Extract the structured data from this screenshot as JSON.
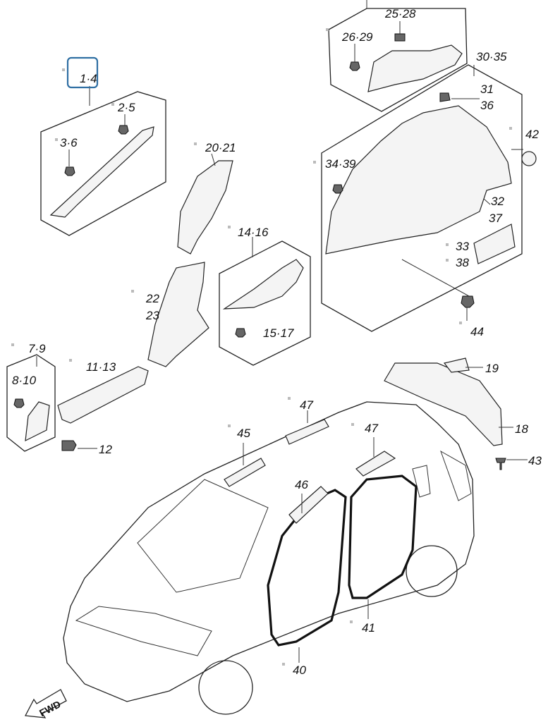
{
  "callouts": [
    {
      "id": "c14",
      "label": "1·4",
      "selected": true
    },
    {
      "id": "c25",
      "label": "2·5"
    },
    {
      "id": "c36",
      "label": "3·6"
    },
    {
      "id": "c79",
      "label": "7·9"
    },
    {
      "id": "c810",
      "label": "8·10"
    },
    {
      "id": "c1113",
      "label": "11·13"
    },
    {
      "id": "c12",
      "label": "12"
    },
    {
      "id": "c1416",
      "label": "14·16"
    },
    {
      "id": "c1517",
      "label": "15·17"
    },
    {
      "id": "c2021",
      "label": "20·21"
    },
    {
      "id": "c22",
      "label": "22"
    },
    {
      "id": "c23",
      "label": "23"
    },
    {
      "id": "c2528",
      "label": "25·28"
    },
    {
      "id": "c2629",
      "label": "26·29"
    },
    {
      "id": "c3035",
      "label": "30·35"
    },
    {
      "id": "c31",
      "label": "31"
    },
    {
      "id": "c36b",
      "label": "36"
    },
    {
      "id": "c32",
      "label": "32"
    },
    {
      "id": "c37",
      "label": "37"
    },
    {
      "id": "c33",
      "label": "33"
    },
    {
      "id": "c38",
      "label": "38"
    },
    {
      "id": "c3439",
      "label": "34·39"
    },
    {
      "id": "c42",
      "label": "42"
    },
    {
      "id": "c44",
      "label": "44"
    },
    {
      "id": "c19",
      "label": "19"
    },
    {
      "id": "c18",
      "label": "18"
    },
    {
      "id": "c43",
      "label": "43"
    },
    {
      "id": "c45",
      "label": "45"
    },
    {
      "id": "c46",
      "label": "46"
    },
    {
      "id": "c47a",
      "label": "47"
    },
    {
      "id": "c47b",
      "label": "47"
    },
    {
      "id": "c40",
      "label": "40"
    },
    {
      "id": "c41",
      "label": "41"
    }
  ],
  "fwd_label": "FWD",
  "colors": {
    "selection": "#2f6fa3",
    "line": "#222222"
  }
}
